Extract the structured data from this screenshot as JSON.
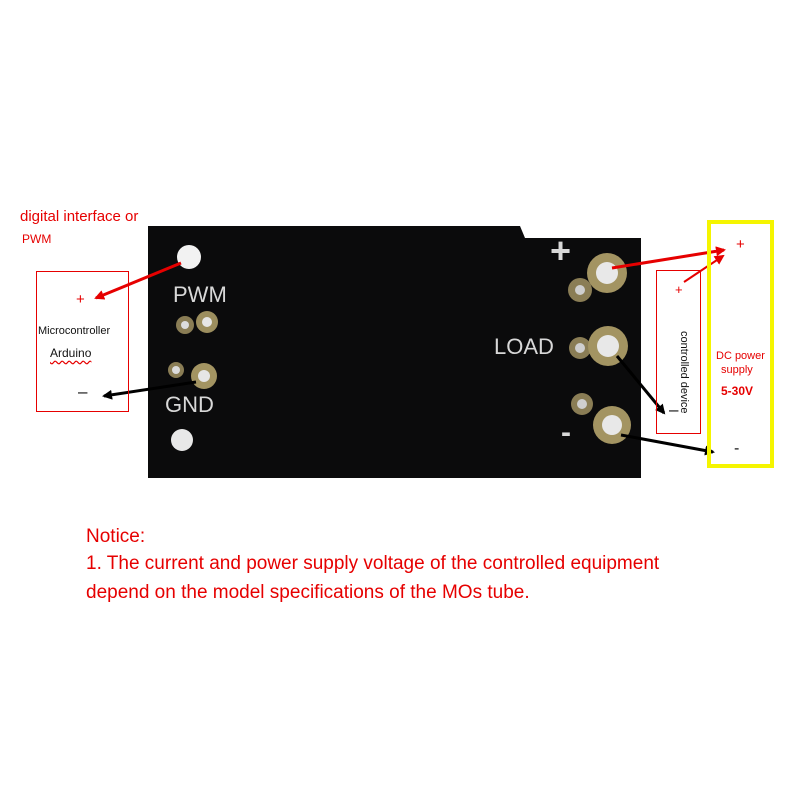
{
  "input_side": {
    "header_line1": "digital interface or",
    "header_line2": "PWM",
    "mcu_plus": "+",
    "mcu_label": "Microcontroller",
    "mcu_name": "Arduino",
    "mcu_minus": "–"
  },
  "board": {
    "pwm": "PWM",
    "gnd": "GND",
    "load": "LOAD",
    "plus": "+",
    "minus": "-"
  },
  "device": {
    "plus": "+",
    "label": "controlled device",
    "minus": "–"
  },
  "supply": {
    "plus": "+",
    "label_line1": "DC power",
    "label_line2": "supply",
    "voltage": "5-30V",
    "minus": "-"
  },
  "notice": {
    "title": "Notice:",
    "line1": "1. The current and power supply voltage of the controlled equipment",
    "line2": "depend on the model specifications of the MOs tube."
  },
  "colors": {
    "red": "#e60000",
    "highlight_yellow": "#f5f500",
    "board": "#0b0b0c"
  }
}
